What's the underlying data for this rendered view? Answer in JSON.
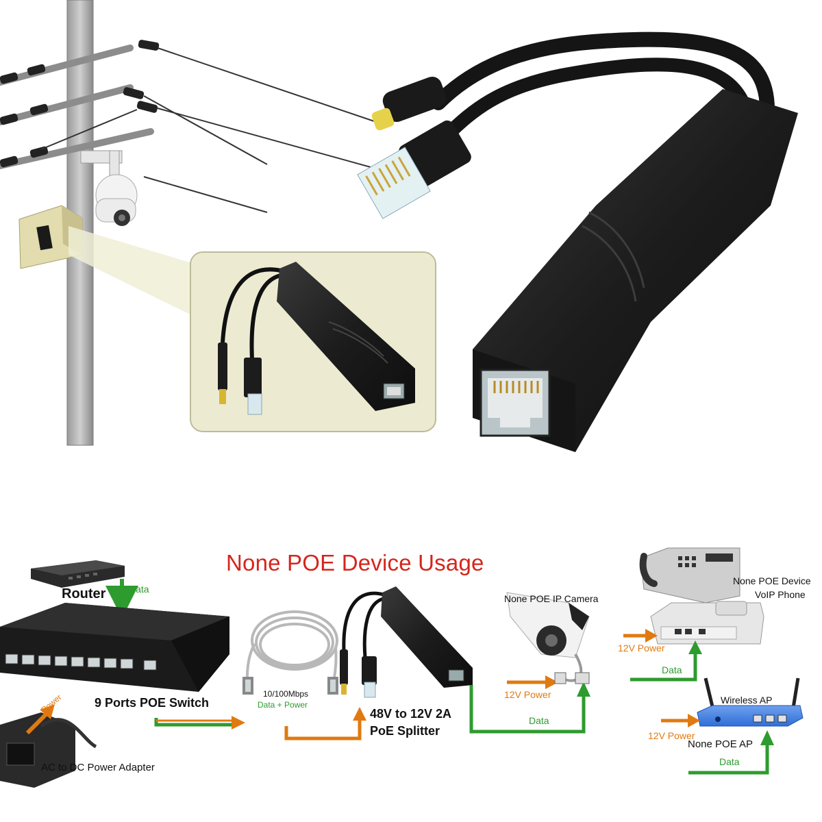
{
  "diagram": {
    "title": "None POE Device Usage",
    "labels": {
      "router": "Router",
      "router_data": "Data",
      "switch": "9 Ports POE Switch",
      "adapter": "AC to DC Power Adapter",
      "adapter_power": "Power",
      "cable_speed": "10/100Mbps",
      "cable_payload": "Data + Power",
      "splitter_line1": "48V to 12V 2A",
      "splitter_line2": "PoE Splitter",
      "camera": "None POE IP Camera",
      "camera_power": "12V Power",
      "camera_data": "Data",
      "phone_line1": "None POE Device",
      "phone_line2": "VoIP Phone",
      "phone_power": "12V Power",
      "phone_data": "Data",
      "ap_brand": "Wireless AP",
      "ap_power": "12V Power",
      "ap_name": "None POE AP",
      "ap_data": "Data"
    }
  },
  "colors": {
    "title": "#d4261c",
    "data_arrow": "#2e9b2e",
    "power_arrow": "#e07a10",
    "device_black": "#1d1d1d",
    "inset_bg": "#ecebd2",
    "pole": "#8a8a8a",
    "ap_blue": "#2f6fd8"
  },
  "icons": [
    "pole-icon",
    "ip-camera-icon",
    "junction-box-icon",
    "poe-splitter-icon",
    "rj45-port-icon",
    "dc-plug-icon",
    "router-icon",
    "poe-switch-icon",
    "power-adapter-icon",
    "ethernet-cable-icon",
    "bullet-camera-icon",
    "voip-phone-icon",
    "wireless-ap-icon"
  ]
}
